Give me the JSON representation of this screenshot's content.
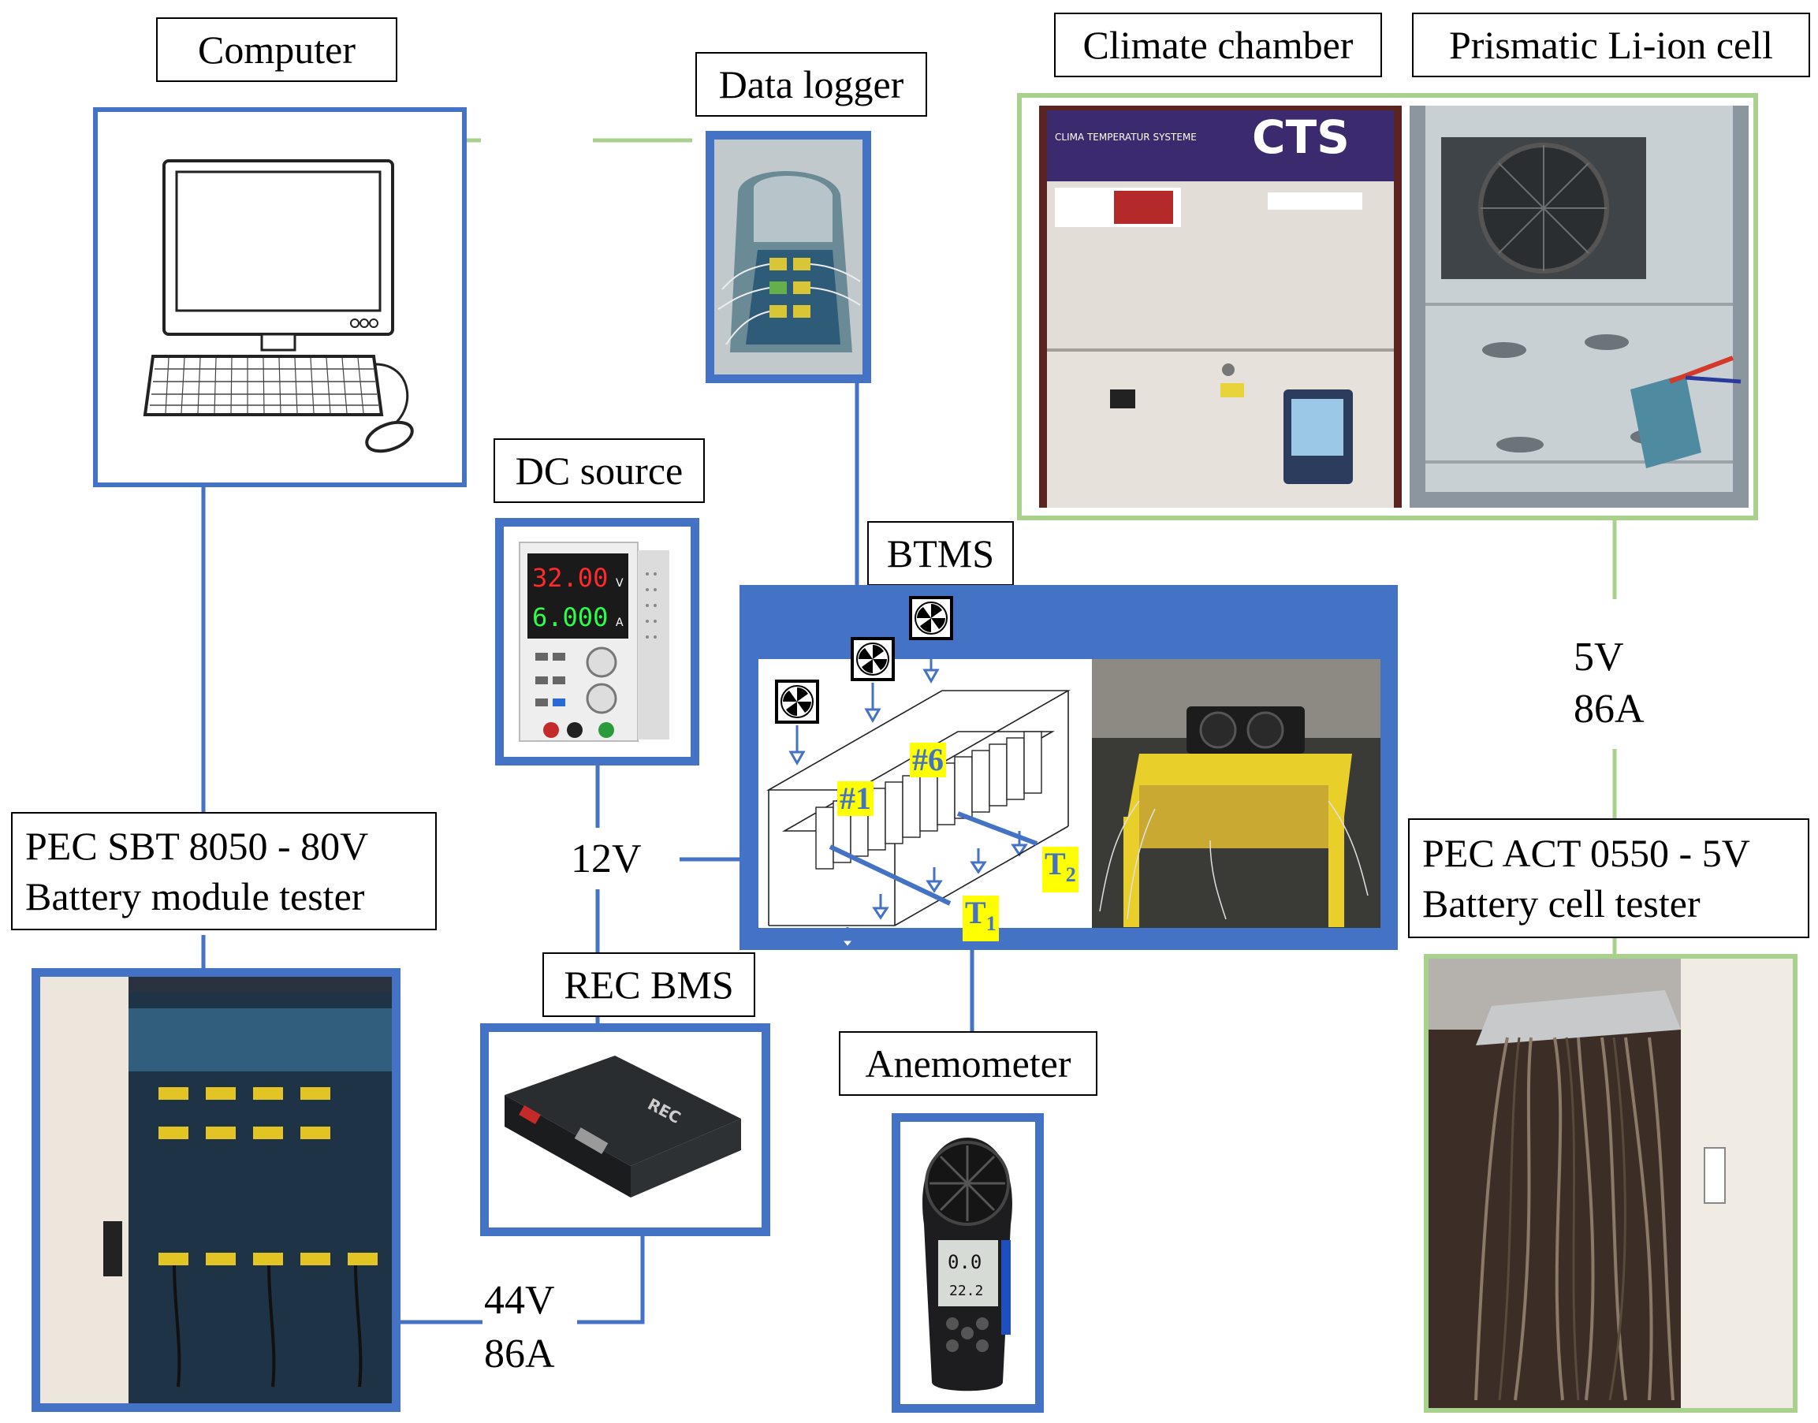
{
  "labels": {
    "computer": "Computer",
    "data_logger": "Data logger",
    "climate_chamber": "Climate chamber",
    "prismatic_cell": "Prismatic Li-ion cell",
    "dc_source": "DC source",
    "btms": "BTMS",
    "module_tester_line1": "PEC SBT 8050 - 80V",
    "module_tester_line2": "Battery module tester",
    "cell_tester_line1": "PEC ACT 0550 - 5V",
    "cell_tester_line2": "Battery cell tester",
    "rec_bms": "REC BMS",
    "anemometer": "Anemometer"
  },
  "annotations": {
    "cell_voltage": "5V",
    "cell_current": "86A",
    "btms_voltage": "12V",
    "module_voltage": "44V",
    "module_current": "86A"
  },
  "btms_tags": {
    "cell_1": "#1",
    "cell_6": "#6",
    "t1_letter": "T",
    "t1_sub": "1",
    "t2_letter": "T",
    "t2_sub": "2"
  },
  "device_text": {
    "chamber_brand": "CTS",
    "chamber_brand_full": "CLIMA TEMPERATUR SYSTEME",
    "psu_voltage": "32.00",
    "psu_current": "6.000",
    "psu_v_unit": "V",
    "psu_a_unit": "A",
    "bms_brand": "REC",
    "anemometer_reading_1": "0.0",
    "anemometer_reading_2": "22.2"
  },
  "colors": {
    "instrument_border": "#4472c4",
    "chamber_border": "#a9d18e",
    "data_link": "#a9d18e",
    "power_link": "#4472c4",
    "tag_fill": "#ffff00",
    "tag_text": "#4472c4"
  }
}
